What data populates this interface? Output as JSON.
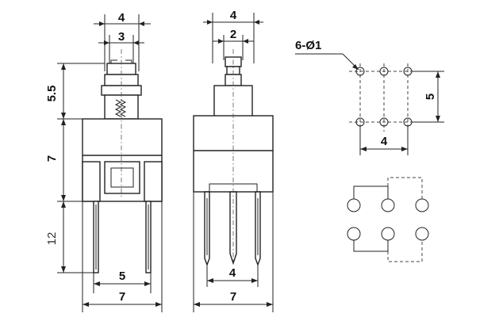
{
  "front_view": {
    "top_width_outer": "4",
    "top_width_inner": "3",
    "plunger_height": "5.5",
    "body_height": "7",
    "pin_length": "12",
    "pin_spacing": "5",
    "body_width": "7"
  },
  "side_view": {
    "top_width_outer": "4",
    "top_width_inner": "2",
    "pin_spacing": "4",
    "body_width": "7"
  },
  "footprint": {
    "hole_callout": "6-Ø1",
    "row_spacing": "5",
    "column_spacing": "4"
  }
}
